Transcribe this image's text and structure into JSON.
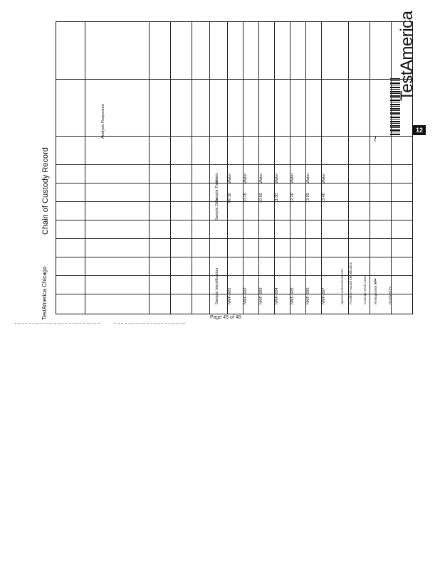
{
  "header": {
    "lab_name": "TestAmerica Chicago",
    "doc_title": "Chain of Custody Record",
    "brand": "TestAmerica",
    "page_badge": "12"
  },
  "footer": {
    "page_label": "Page 45 of 48"
  },
  "samples": [
    {
      "id": "NMF-S01",
      "matrix": "Water",
      "time": "09:30"
    },
    {
      "id": "NMF-S02",
      "matrix": "Water",
      "time": "10:15"
    },
    {
      "id": "NMF-S03",
      "matrix": "Water",
      "time": "10:50"
    },
    {
      "id": "NMF-S04",
      "matrix": "Water",
      "time": "11:30"
    },
    {
      "id": "NMF-S05",
      "matrix": "Water",
      "time": "12:20"
    },
    {
      "id": "NMF-S06",
      "matrix": "Water",
      "time": "13:05"
    },
    {
      "id": "NMF-S07",
      "matrix": "Water",
      "time": "13:40"
    }
  ],
  "labels": {
    "sample_id": "Sample Identification",
    "sample_date": "Sample Date",
    "sample_time": "Sample Time",
    "matrix": "Matrix",
    "relinquished_by": "Relinquished by:",
    "received_by": "Received by:",
    "analysis_requested": "Analysis Requested",
    "special_instructions": "Special Instructions/Note:",
    "possible_hazard": "Possible Hazard Identification",
    "custody_seals": "Custody Seals Intact:"
  }
}
